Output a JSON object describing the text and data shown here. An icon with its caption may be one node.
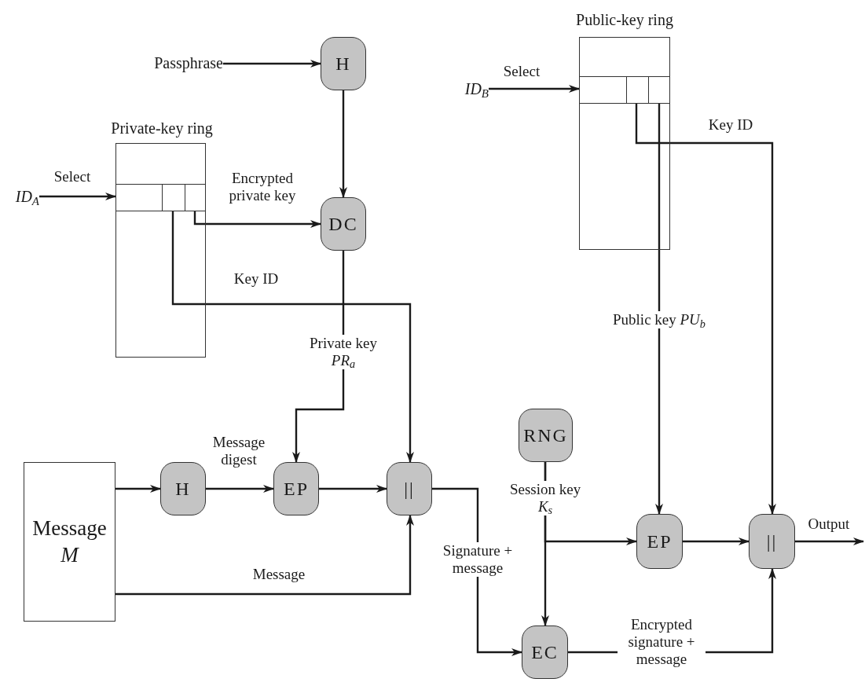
{
  "diagram": {
    "nodes": [
      {
        "text": [
          "Passphrase"
        ]
      },
      {
        "text": [
          "H"
        ]
      },
      {
        "text": [
          "Private-key ring"
        ]
      },
      {
        "text": [
          "ID$_{A}$"
        ]
      },
      {
        "text": [
          "DC"
        ]
      },
      {
        "text": [
          "Public-key ring"
        ]
      },
      {
        "text": [
          "ID$_{B}$"
        ]
      },
      {
        "text": [
          "Message *M*"
        ]
      },
      {
        "text": [
          "H"
        ]
      },
      {
        "text": [
          "EP"
        ]
      },
      {
        "text": [
          "||"
        ]
      },
      {
        "text": [
          "RNG"
        ]
      },
      {
        "text": [
          "EP"
        ]
      },
      {
        "text": [
          "EC"
        ]
      },
      {
        "text": [
          "||"
        ]
      }
    ],
    "edges": [
      {
        "from": 0,
        "to": 1,
        "arrow": "to"
      },
      {
        "from": 1,
        "to": 4,
        "arrow": "to"
      },
      {
        "from": 3,
        "to": 2,
        "arrow": "to",
        "label": "Select"
      },
      {
        "from": 2,
        "to": 4,
        "arrow": "to",
        "label": "Encrypted private key"
      },
      {
        "from": 2,
        "to": 10,
        "arrow": "to",
        "label": "Key ID"
      },
      {
        "from": 4,
        "to": 9,
        "arrow": "to",
        "label": "Private key *PR*$_{a}$"
      },
      {
        "from": 7,
        "to": 8,
        "arrow": "to"
      },
      {
        "from": 8,
        "to": 9,
        "arrow": "to",
        "label": "Message digest"
      },
      {
        "from": 9,
        "to": 10,
        "arrow": "to"
      },
      {
        "from": 7,
        "to": 10,
        "arrow": "to",
        "label": "Message"
      },
      {
        "from": 10,
        "to": 13,
        "arrow": "to",
        "label": "Signature + message"
      },
      {
        "from": 11,
        "to": 12,
        "arrow": "to",
        "label": "Session key *K*$_{s}$"
      },
      {
        "from": 11,
        "to": 13,
        "arrow": "to"
      },
      {
        "from": 6,
        "to": 5,
        "arrow": "to",
        "label": "Select"
      },
      {
        "from": 5,
        "to": 12,
        "arrow": "to",
        "label": "Public key *PU*$_{b}$"
      },
      {
        "from": 5,
        "to": 14,
        "arrow": "to",
        "label": "Key ID"
      },
      {
        "from": 12,
        "to": 14,
        "arrow": "to"
      },
      {
        "from": 13,
        "to": 14,
        "arrow": "to",
        "label": "Encrypted signature + message"
      },
      {
        "from": 14,
        "to": null,
        "arrow": "to",
        "label": "Output"
      }
    ]
  }
}
